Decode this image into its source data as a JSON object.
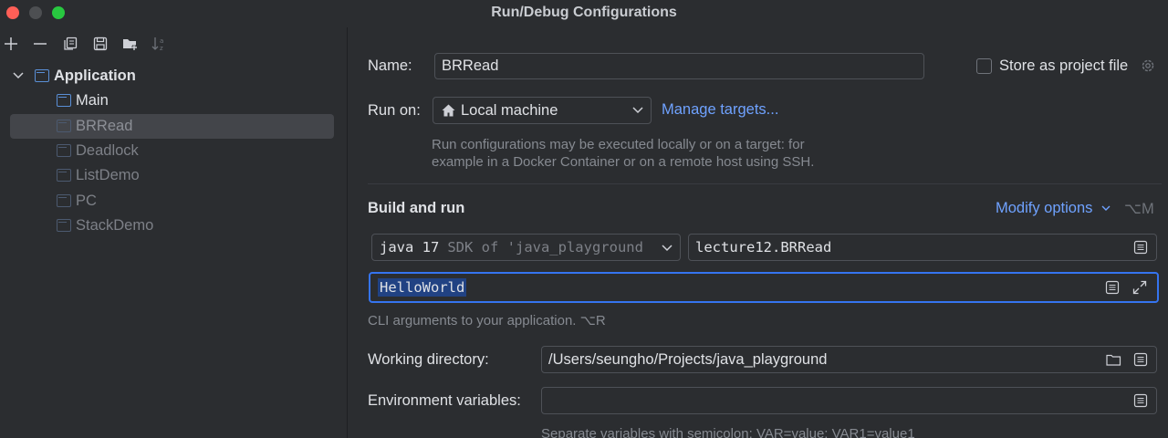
{
  "window": {
    "title": "Run/Debug Configurations"
  },
  "toolbar": {
    "add": "add-icon",
    "remove": "remove-icon",
    "copy": "copy-icon",
    "save": "save-icon",
    "folder": "new-folder-icon",
    "sort": "sort-icon"
  },
  "tree": {
    "root_label": "Application",
    "items": [
      {
        "label": "Main"
      },
      {
        "label": "BRRead"
      },
      {
        "label": "Deadlock"
      },
      {
        "label": "ListDemo"
      },
      {
        "label": "PC"
      },
      {
        "label": "StackDemo"
      }
    ]
  },
  "form": {
    "name_label": "Name:",
    "name_value": "BRRead",
    "store_label": "Store as project file",
    "run_on_label": "Run on:",
    "run_on_value": "Local machine",
    "manage_targets": "Manage targets...",
    "run_on_hint_1": "Run configurations may be executed locally or on a target: for",
    "run_on_hint_2": "example in a Docker Container or on a remote host using SSH.",
    "build_run_title": "Build and run",
    "modify_options": "Modify options",
    "modify_shortcut": "⌥M",
    "sdk_main": "java 17",
    "sdk_detail": "SDK of 'java_playground",
    "main_class": "lecture12.BRRead",
    "program_args": "HelloWorld",
    "args_hint": "CLI arguments to your application. ⌥R",
    "working_dir_label": "Working directory:",
    "working_dir_value": "/Users/seungho/Projects/java_playground",
    "env_label": "Environment variables:",
    "env_value": "",
    "env_hint": "Separate variables with semicolon: VAR=value; VAR1=value1"
  },
  "colors": {
    "accent": "#3574f0",
    "link": "#6fa2ff",
    "selection": "#43454a",
    "text_selection": "#214283"
  }
}
